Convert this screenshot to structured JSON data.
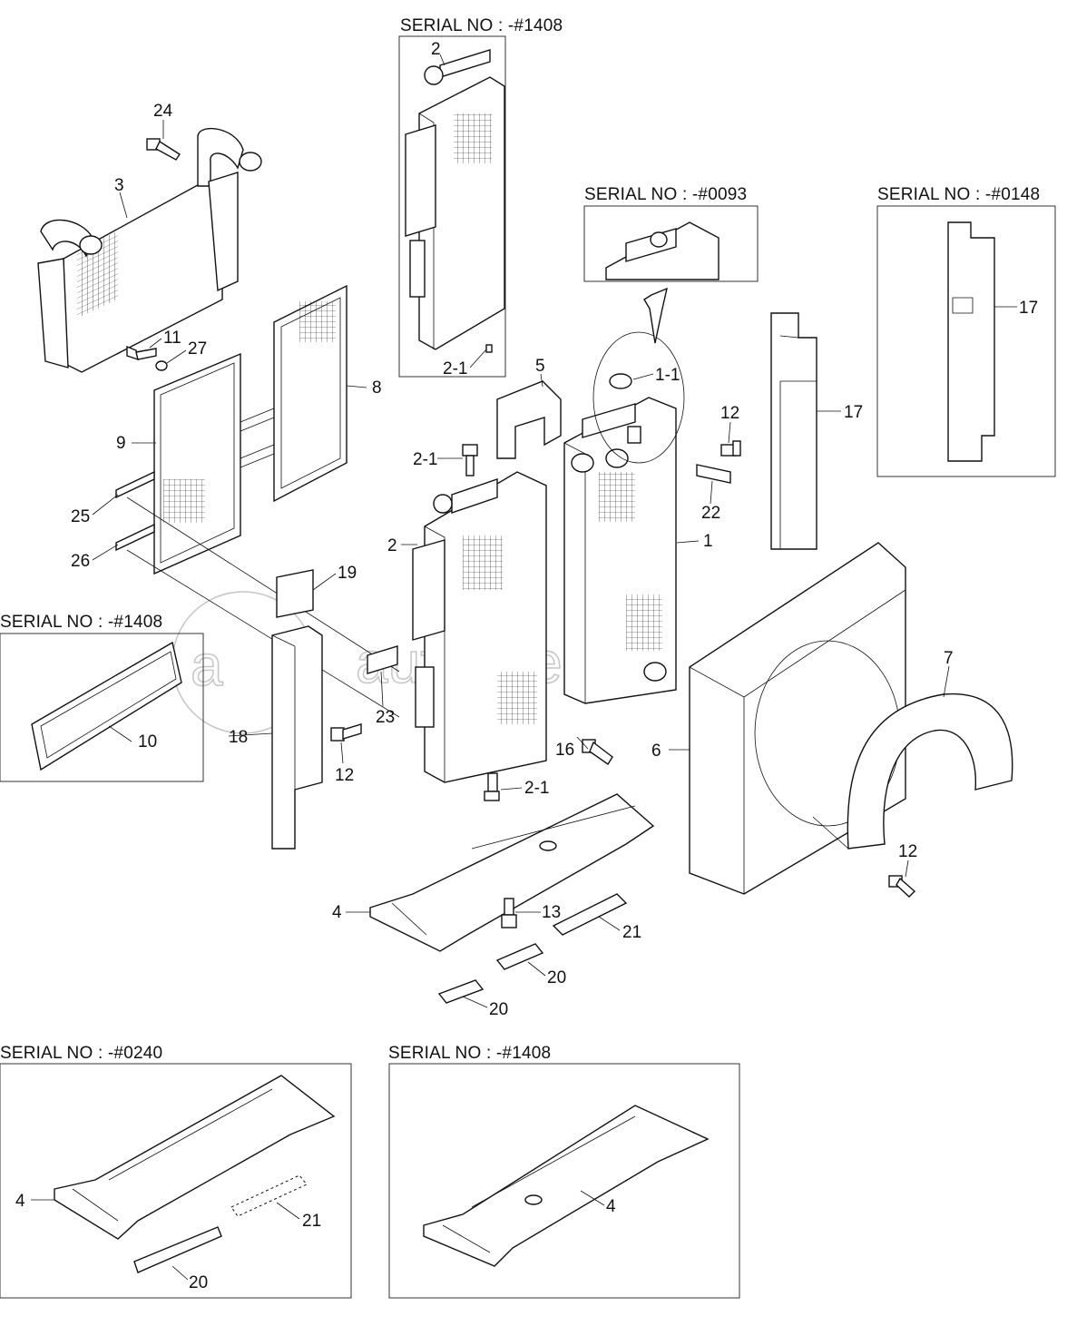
{
  "watermark": "autopiter.ru",
  "serial_labels": [
    "SERIAL NO : -#1408",
    "SERIAL NO : -#0093",
    "SERIAL NO : -#0148",
    "SERIAL NO : -#1408",
    "SERIAL NO : -#0240",
    "SERIAL NO : -#1408"
  ],
  "callouts": [
    "2",
    "2-1",
    "24",
    "3",
    "11",
    "27",
    "9",
    "8",
    "25",
    "26",
    "10",
    "18",
    "19",
    "5",
    "2-1",
    "2",
    "23",
    "12",
    "2-1",
    "1-1",
    "12",
    "22",
    "1",
    "16",
    "17",
    "17",
    "7",
    "6",
    "12",
    "4",
    "13",
    "21",
    "20",
    "20",
    "4",
    "21",
    "20",
    "4"
  ],
  "colors": {
    "line": "#111111",
    "watermark": "#c8c8c8",
    "paper": "#ffffff"
  }
}
